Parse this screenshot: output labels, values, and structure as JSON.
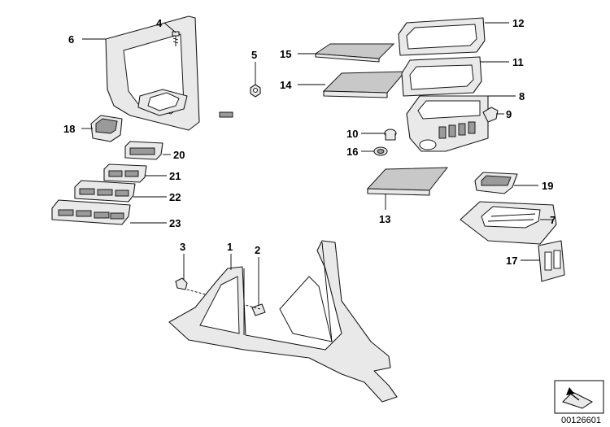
{
  "diagram": {
    "title": "",
    "callouts": [
      {
        "id": "p1",
        "text": "1"
      },
      {
        "id": "p2",
        "text": "2"
      },
      {
        "id": "p3",
        "text": "3"
      },
      {
        "id": "p4",
        "text": "4"
      },
      {
        "id": "p5",
        "text": "5"
      },
      {
        "id": "p6",
        "text": "6"
      },
      {
        "id": "p7",
        "text": "7"
      },
      {
        "id": "p8",
        "text": "8"
      },
      {
        "id": "p9",
        "text": "9"
      },
      {
        "id": "p10",
        "text": "10"
      },
      {
        "id": "p11",
        "text": "11"
      },
      {
        "id": "p12",
        "text": "12"
      },
      {
        "id": "p13",
        "text": "13"
      },
      {
        "id": "p14",
        "text": "14"
      },
      {
        "id": "p15",
        "text": "15"
      },
      {
        "id": "p16",
        "text": "16"
      },
      {
        "id": "p17",
        "text": "17"
      },
      {
        "id": "p18",
        "text": "18"
      },
      {
        "id": "p19",
        "text": "19"
      },
      {
        "id": "p20",
        "text": "20"
      },
      {
        "id": "p21",
        "text": "21"
      },
      {
        "id": "p22",
        "text": "22"
      },
      {
        "id": "p23",
        "text": "23"
      }
    ],
    "doc_number": "00126601"
  }
}
